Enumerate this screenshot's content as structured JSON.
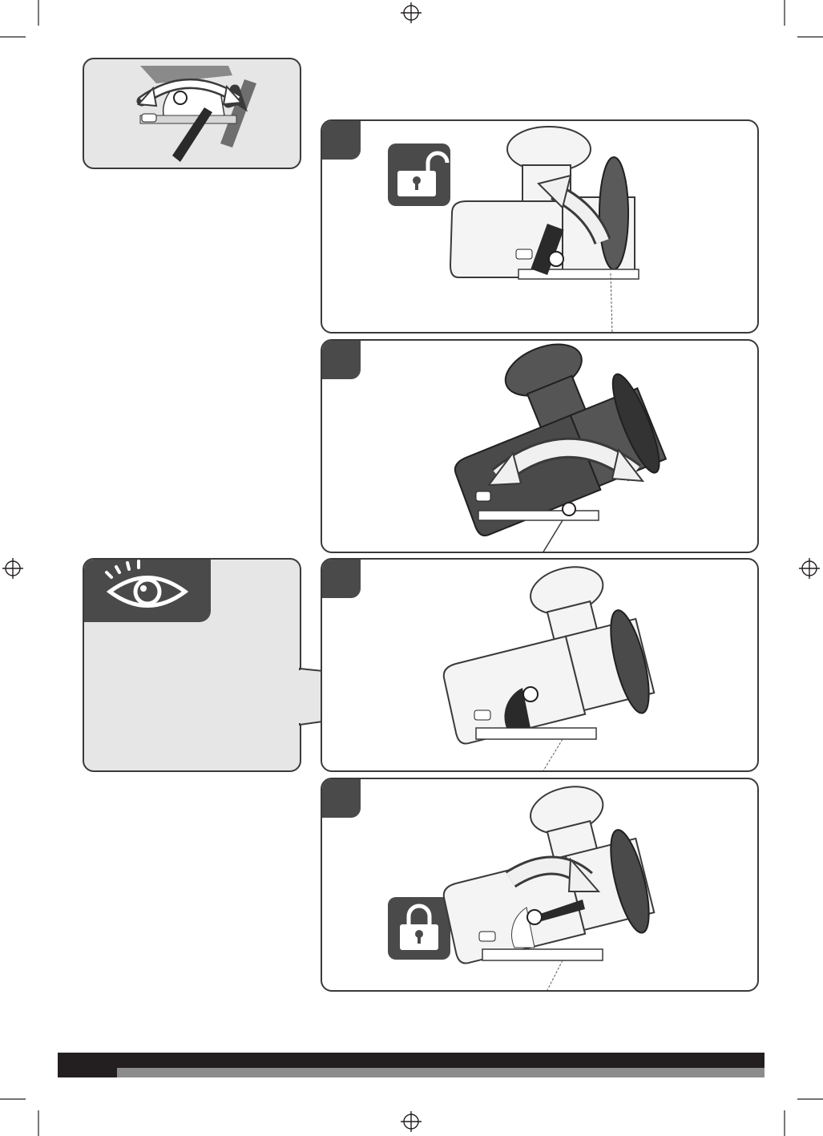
{
  "page": {
    "colors": {
      "dark": "#4a4a4a",
      "border": "#3a3a3a",
      "panel_grey": "#e6e6e6",
      "footer_dark": "#231f20",
      "footer_grey": "#8c8c8c"
    }
  },
  "detail_panel": {
    "icon": "bevel-adjust-arrows-icon"
  },
  "steps": [
    {
      "icon": "unlock-icon",
      "illustration": "saw-side-view-unlock"
    },
    {
      "icon": "double-arrow-icon",
      "illustration": "saw-tilt-dark"
    },
    {
      "icon": "eye-icon",
      "illustration": "saw-bevel-scale-view"
    },
    {
      "icon": "lock-icon",
      "illustration": "saw-tilt-lock"
    }
  ],
  "callout": {
    "icon": "eye-icon"
  }
}
